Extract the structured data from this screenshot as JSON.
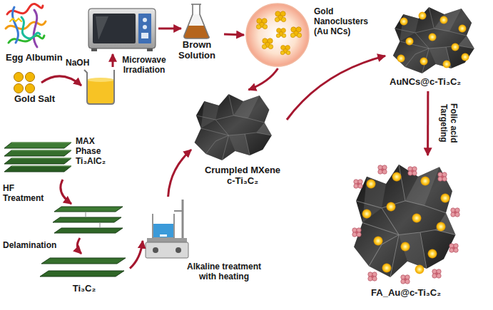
{
  "diagram": {
    "nodes": [
      {
        "text": [
          "Egg Albumin"
        ]
      },
      {
        "text": [
          "Gold Salt"
        ]
      },
      {
        "text": [
          "Brown Solution"
        ]
      },
      {
        "text": [
          "Gold Nanoclusters (Au NCs)"
        ]
      },
      {
        "text": [
          "AuNCs@c-Ti₃C₂"
        ]
      },
      {
        "text": [
          "MAX Phase Ti₃AlC₂"
        ]
      },
      {
        "text": [
          "Crumpled MXene c-Ti₃C₂"
        ]
      },
      {
        "text": [
          "FA_Au@c-Ti₃C₂"
        ]
      },
      {
        "text": [
          "Ti₃C₂"
        ]
      },
      {
        "text": [
          "Alkaline treatment with heating"
        ]
      }
    ],
    "edges": [
      {
        "from": 2,
        "to": 3,
        "arrow": "to"
      },
      {
        "from": 3,
        "to": 6,
        "arrow": "to"
      },
      {
        "from": 6,
        "to": 4,
        "arrow": "to"
      },
      {
        "from": 4,
        "to": 7,
        "arrow": "to",
        "label": "Folic acid Targeting"
      },
      {
        "from": 8,
        "to": 9,
        "arrow": "to"
      },
      {
        "from": 9,
        "to": 6,
        "arrow": "to"
      }
    ],
    "labels": [
      "NaOH",
      "Microwave Irradiation",
      "HF Treatment",
      "Delamination"
    ]
  }
}
